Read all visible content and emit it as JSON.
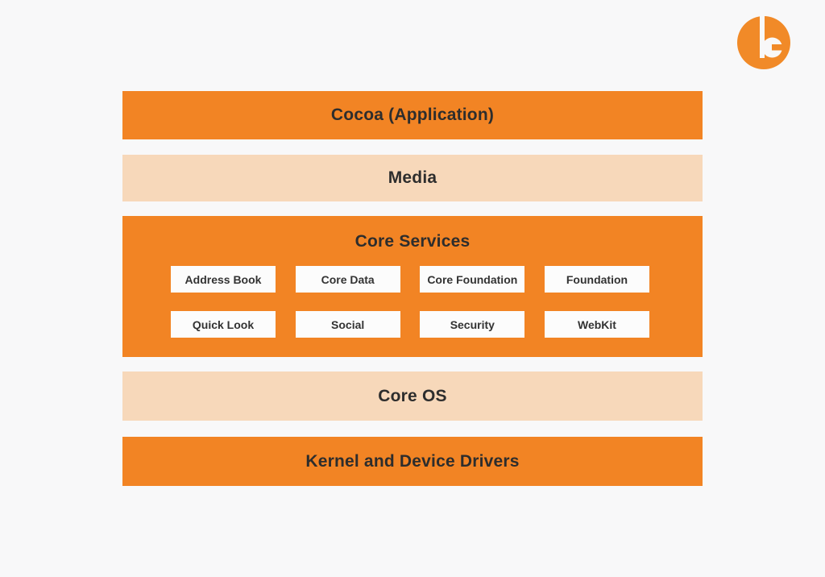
{
  "page": {
    "background_color": "#F8F8F9"
  },
  "logo": {
    "name": "b-mark-logo",
    "color": "#F18A28"
  },
  "colors": {
    "orange_layer": "#F28424",
    "peach_layer": "#F7D8BA",
    "service_box_bg": "#FCFCFC",
    "text_dark": "#2D2D2D"
  },
  "diagram": {
    "layers": [
      {
        "label": "Cocoa (Application)",
        "tone": "orange"
      },
      {
        "label": "Media",
        "tone": "peach"
      },
      {
        "label": "Core Services",
        "tone": "orange",
        "items": [
          "Address Book",
          "Core Data",
          "Core Foundation",
          "Foundation",
          "Quick Look",
          "Social",
          "Security",
          "WebKit"
        ]
      },
      {
        "label": "Core OS",
        "tone": "peach"
      },
      {
        "label": "Kernel and Device Drivers",
        "tone": "orange"
      }
    ]
  }
}
